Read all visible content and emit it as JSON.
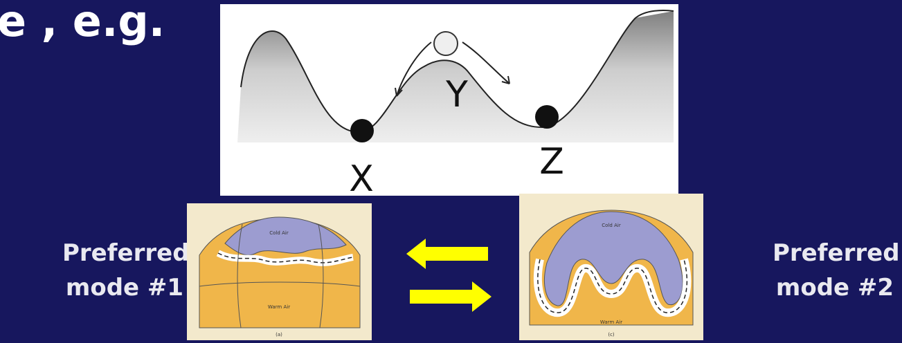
{
  "heading": "e , e.g.",
  "landscape": {
    "labels": {
      "x": "X",
      "y": "Y",
      "z": "Z"
    }
  },
  "modes": {
    "left": {
      "line1": "Preferred",
      "line2": "mode #1"
    },
    "right": {
      "line1": "Preferred",
      "line2": "mode #2"
    }
  },
  "globe_left": {
    "cold": "Cold Air",
    "warm": "Warm Air",
    "caption": "(a)"
  },
  "globe_right": {
    "cold": "Cold Air",
    "warm": "Warm Air",
    "caption": "(c)"
  },
  "colors": {
    "background": "#17175e",
    "arrow": "#ffff00",
    "cold_air": "#9c9cd0",
    "warm_air": "#f0b64a"
  }
}
